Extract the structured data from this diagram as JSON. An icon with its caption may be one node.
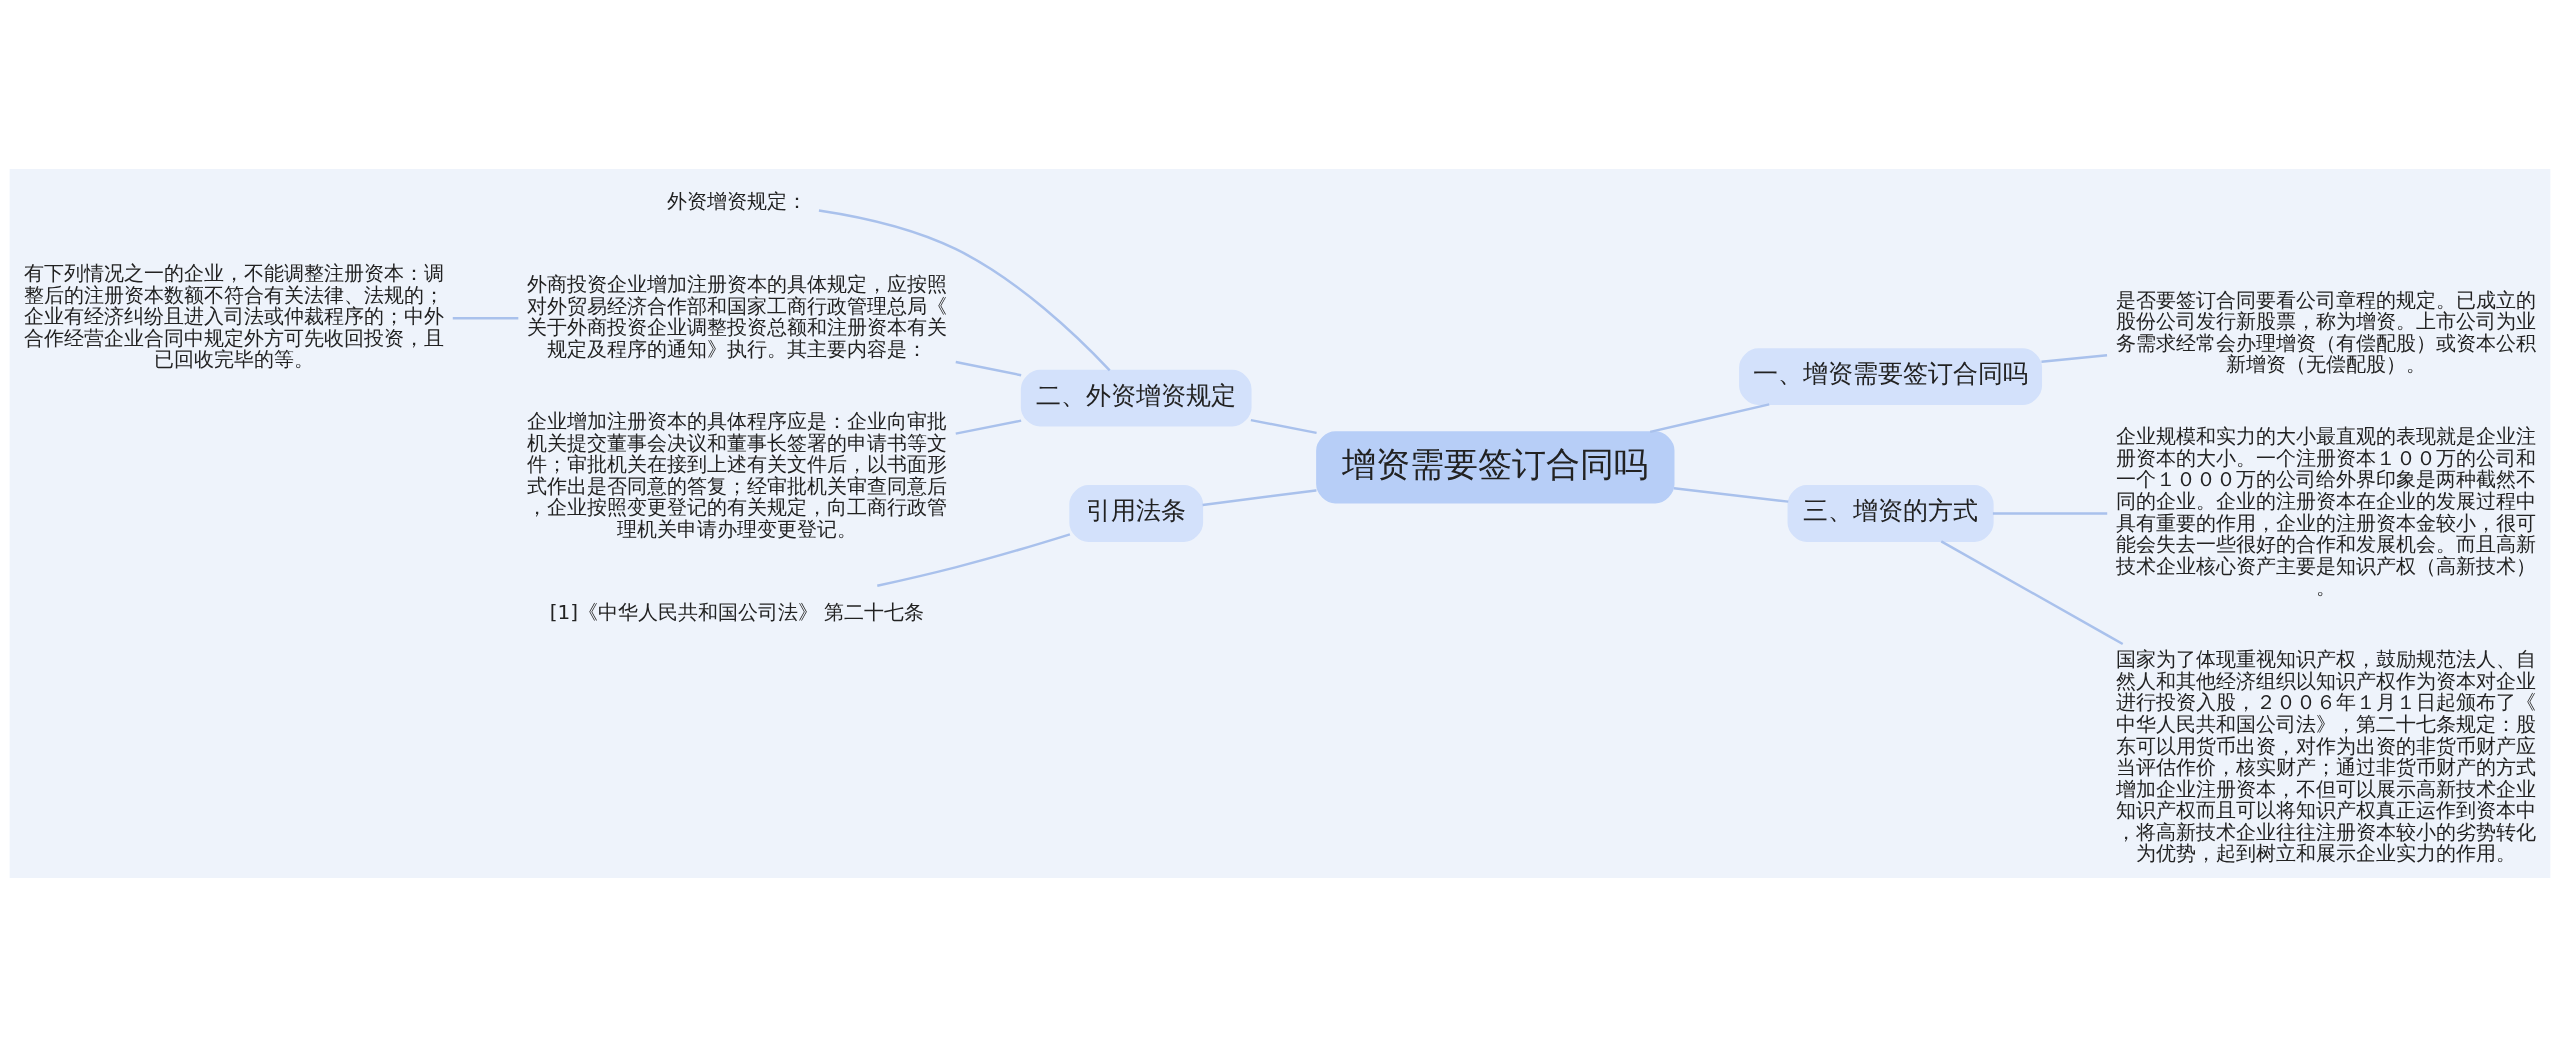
{
  "diagram": {
    "nodes": [
      {
        "text": [
          "增资需要签订合同吗"
        ]
      },
      {
        "text": [
          "二、外资增资规定"
        ]
      },
      {
        "text": [
          "外资增资规定："
        ]
      },
      {
        "text": [
          "外商投资企业增加注册资本的具体规定，应按照对外贸易经济合作部和国家工商行政管理总局《关于外商投资企业调整投资总额和注册资本有关规定及程序的通知》执行。其主要内容是："
        ]
      },
      {
        "text": [
          "有下列情况之一的企业，不能调整注册资本：调整后的注册资本数额不符合有关法律、法规的；企业有经济纠纷且进入司法或仲裁程序的；中外合作经营企业合同中规定外方可先收回投资，且已回收完毕的等。"
        ]
      },
      {
        "text": [
          "企业增加注册资本的具体程序应是：企业向审批机关提交董事会决议和董事长签署的申请书等文件；审批机关在接到上述有关文件后，以书面形式作出是否同意的答复；经审批机关审查同意后，企业按照变更登记的有关规定，向工商行政管理机关申请办理变更登记。"
        ]
      },
      {
        "text": [
          "引用法条"
        ]
      },
      {
        "text": [
          "[1]《中华人民共和国公司法》 第二十七条"
        ]
      },
      {
        "text": [
          "一、增资需要签订合同吗"
        ]
      },
      {
        "text": [
          "是否要签订合同要看公司章程的规定。已成立的股份公司发行新股票，称为增资。上市公司为业务需求经常会办理增资（有偿配股）或资本公积新增资（无偿配股）。"
        ]
      },
      {
        "text": [
          "三、增资的方式"
        ]
      },
      {
        "text": [
          "企业规模和实力的大小最直观的表现就是企业注册资本的大小。一个注册资本１００万的公司和一个１０００万的公司给外界印象是两种截然不同的企业。企业的注册资本在企业的发展过程中具有重要的作用，企业的注册资本金较小，很可能会失去一些很好的合作和发展机会。而且高新技术企业核心资产主要是知识产权（高新技术）。"
        ]
      },
      {
        "text": [
          "国家为了体现重视知识产权，鼓励规范法人、自然人和其他经济组织以知识产权作为资本对企业进行投资入股，２００６年１月１日起颁布了《中华人民共和国公司法》，第二十七条规定：股东可以用货币出资，对作为出资的非货币财产应当评估作价，核实财产；通过非货币财产的方式增加企业注册资本，不但可以展示高新技术企业知识产权而且可以将知识产权真正运作到资本中，将高新技术企业往往注册资本较小的劣势转化为优势，起到树立和展示企业实力的作用。"
        ]
      }
    ],
    "edges": [
      {
        "from": 0,
        "to": 1,
        "arrow": "none"
      },
      {
        "from": 1,
        "to": 2,
        "arrow": "none"
      },
      {
        "from": 1,
        "to": 3,
        "arrow": "none"
      },
      {
        "from": 3,
        "to": 4,
        "arrow": "none"
      },
      {
        "from": 1,
        "to": 5,
        "arrow": "none"
      },
      {
        "from": 0,
        "to": 6,
        "arrow": "none"
      },
      {
        "from": 6,
        "to": 7,
        "arrow": "none"
      },
      {
        "from": 0,
        "to": 8,
        "arrow": "none"
      },
      {
        "from": 8,
        "to": 9,
        "arrow": "none"
      },
      {
        "from": 0,
        "to": 10,
        "arrow": "none"
      },
      {
        "from": 10,
        "to": 11,
        "arrow": "none"
      },
      {
        "from": 10,
        "to": 12,
        "arrow": "none"
      }
    ]
  }
}
